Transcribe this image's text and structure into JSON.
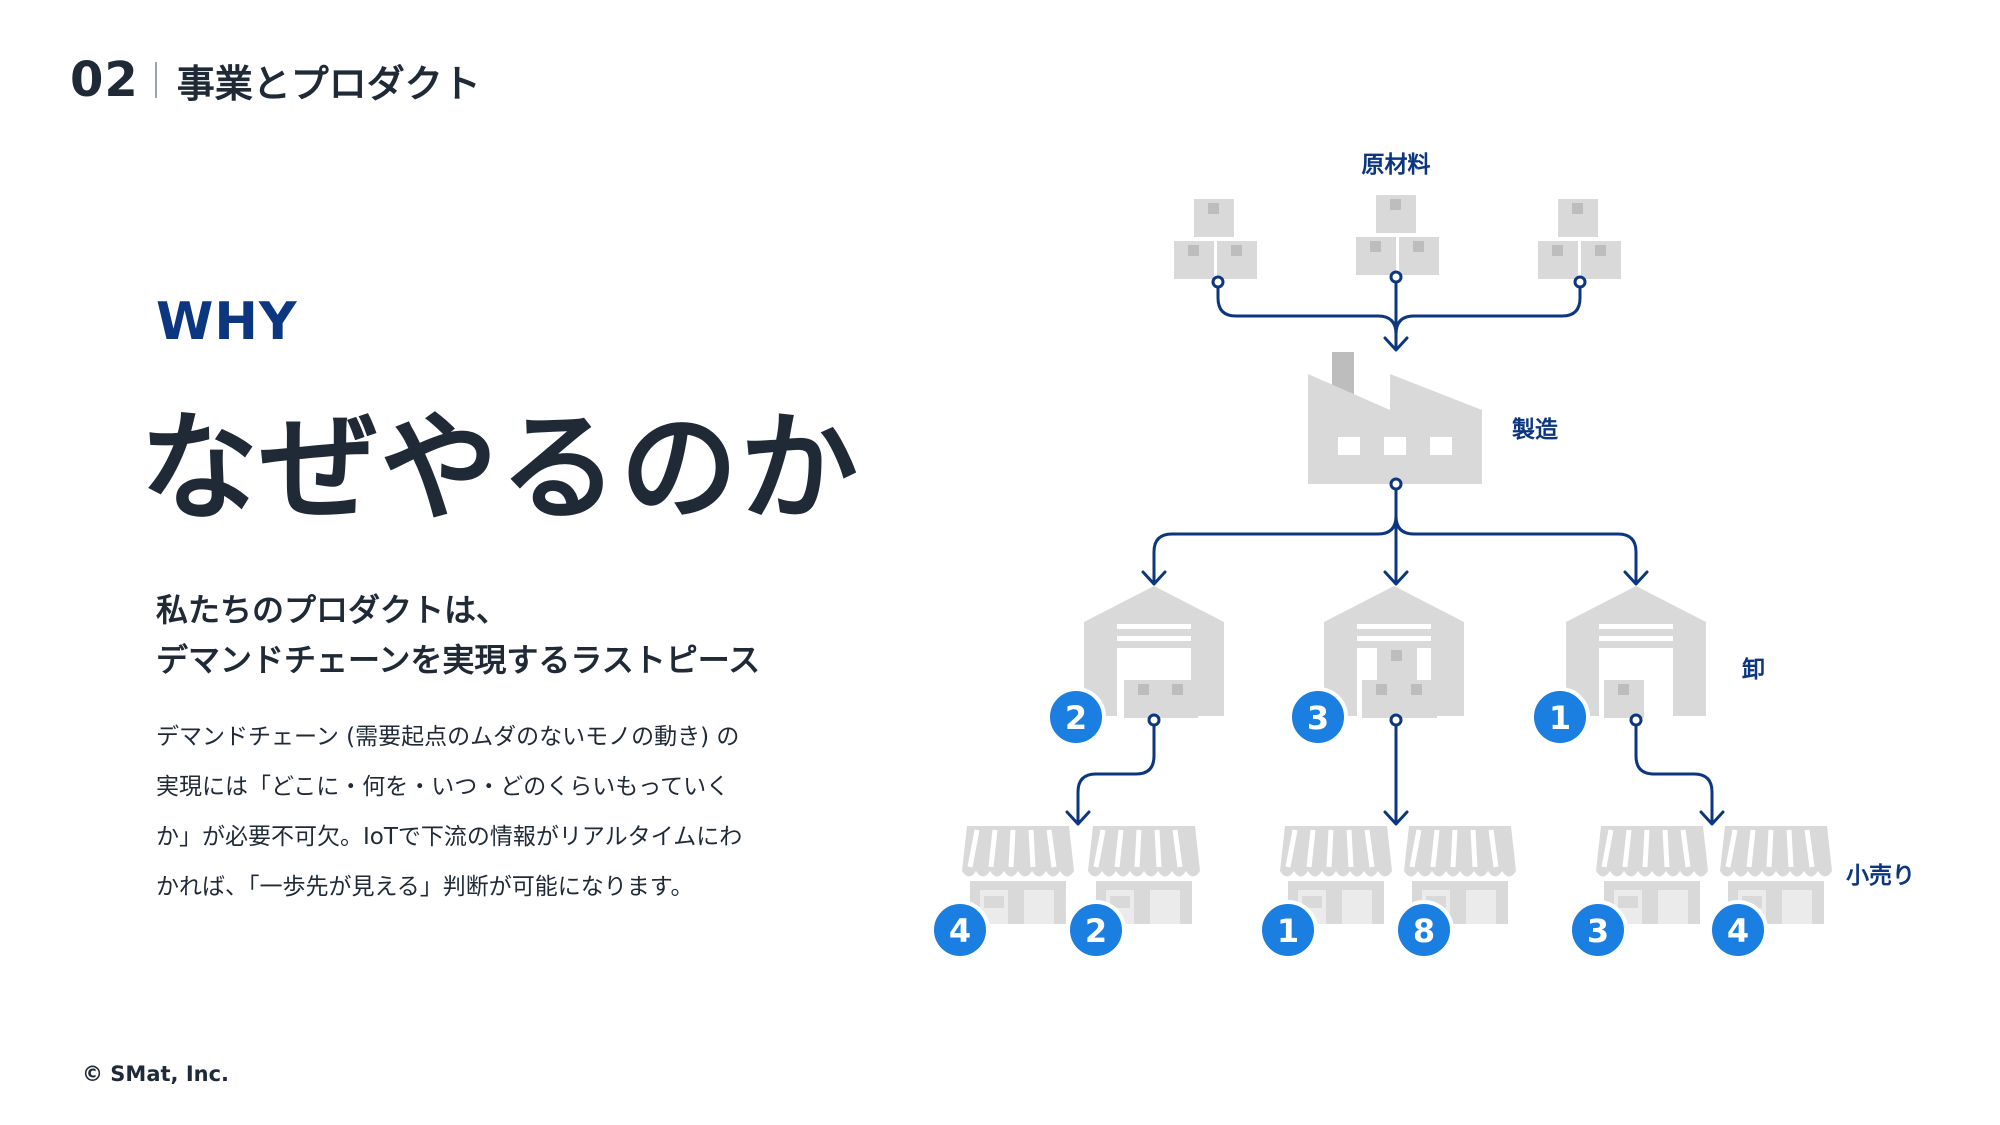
{
  "header": {
    "section_number": "02",
    "section_title": "事業とプロダクト"
  },
  "hero": {
    "eyebrow": "WHY",
    "title": "なぜやるのか"
  },
  "subheading": {
    "line1": "私たちのプロダクトは、",
    "line2": "デマンドチェーンを実現するラストピース"
  },
  "body": {
    "lines": [
      "デマンドチェーン (需要起点のムダのないモノの動き) の",
      "実現には「どこに・何を・いつ・どのくらいもっていく",
      "か」が必要不可欠。IoTで下流の情報がリアルタイムにわ",
      "かれば、「一歩先が見える」判断が可能になります。"
    ]
  },
  "footer": {
    "copyright": "© SMat, Inc."
  },
  "diagram": {
    "colors": {
      "accent": "#0c3680",
      "badge": "#1a7fe0",
      "icon": "#d9d9d9"
    },
    "labels": {
      "raw_materials": "原材料",
      "manufacturing": "製造",
      "wholesale": "卸",
      "retail": "小売り"
    },
    "wholesale_counts": [
      "2",
      "3",
      "1"
    ],
    "retail_counts": [
      "4",
      "2",
      "1",
      "8",
      "3",
      "4"
    ]
  }
}
